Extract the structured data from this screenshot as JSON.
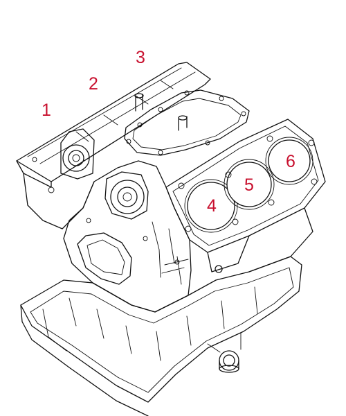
{
  "colors": {
    "label": "#c8102e",
    "line": "#111111",
    "background": "#ffffff"
  },
  "cylinders": [
    {
      "number": "1"
    },
    {
      "number": "2"
    },
    {
      "number": "3"
    },
    {
      "number": "4"
    },
    {
      "number": "5"
    },
    {
      "number": "6"
    }
  ]
}
